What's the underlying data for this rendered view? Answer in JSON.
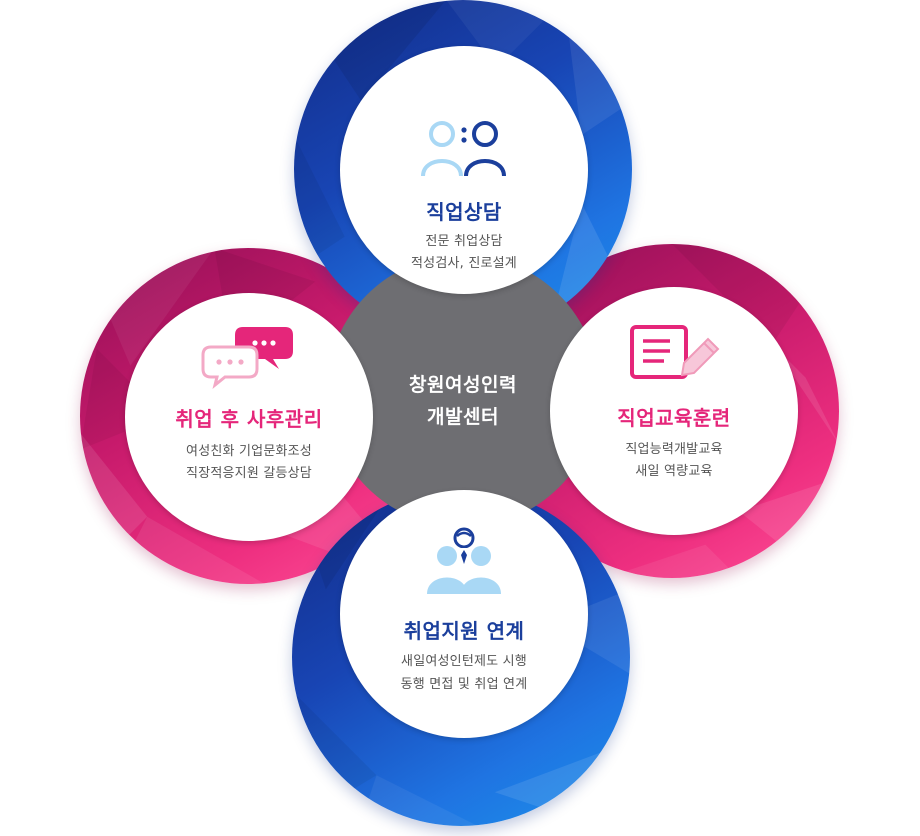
{
  "center": {
    "line1": "창원여성인력",
    "line2": "개발센터"
  },
  "nodes": {
    "top": {
      "title": "직업상담",
      "line1": "전문 취업상담",
      "line2": "적성검사, 진로설계",
      "icon": "people-consulting-icon"
    },
    "right": {
      "title": "직업교육훈련",
      "line1": "직업능력개발교육",
      "line2": "새일 역량교육",
      "icon": "notepad-pencil-icon"
    },
    "bottom": {
      "title": "취업지원 연계",
      "line1": "새일여성인턴제도 시행",
      "line2": "동행 면접 및 취업 연계",
      "icon": "business-people-icon"
    },
    "left": {
      "title": "취업 후 사후관리",
      "line1": "여성친화 기업문화조성",
      "line2": "직장적응지원 갈등상담",
      "icon": "chat-bubbles-icon"
    }
  },
  "colors": {
    "blue_dark": "#122b86",
    "blue_light": "#1c92ea",
    "pink_dark": "#8f0f55",
    "pink_light": "#ff5098",
    "hub_gray": "#6e6e72",
    "blue_title": "#1b3f9c",
    "pink_title": "#e5267a",
    "icon_light_blue": "#a9d8f5"
  }
}
